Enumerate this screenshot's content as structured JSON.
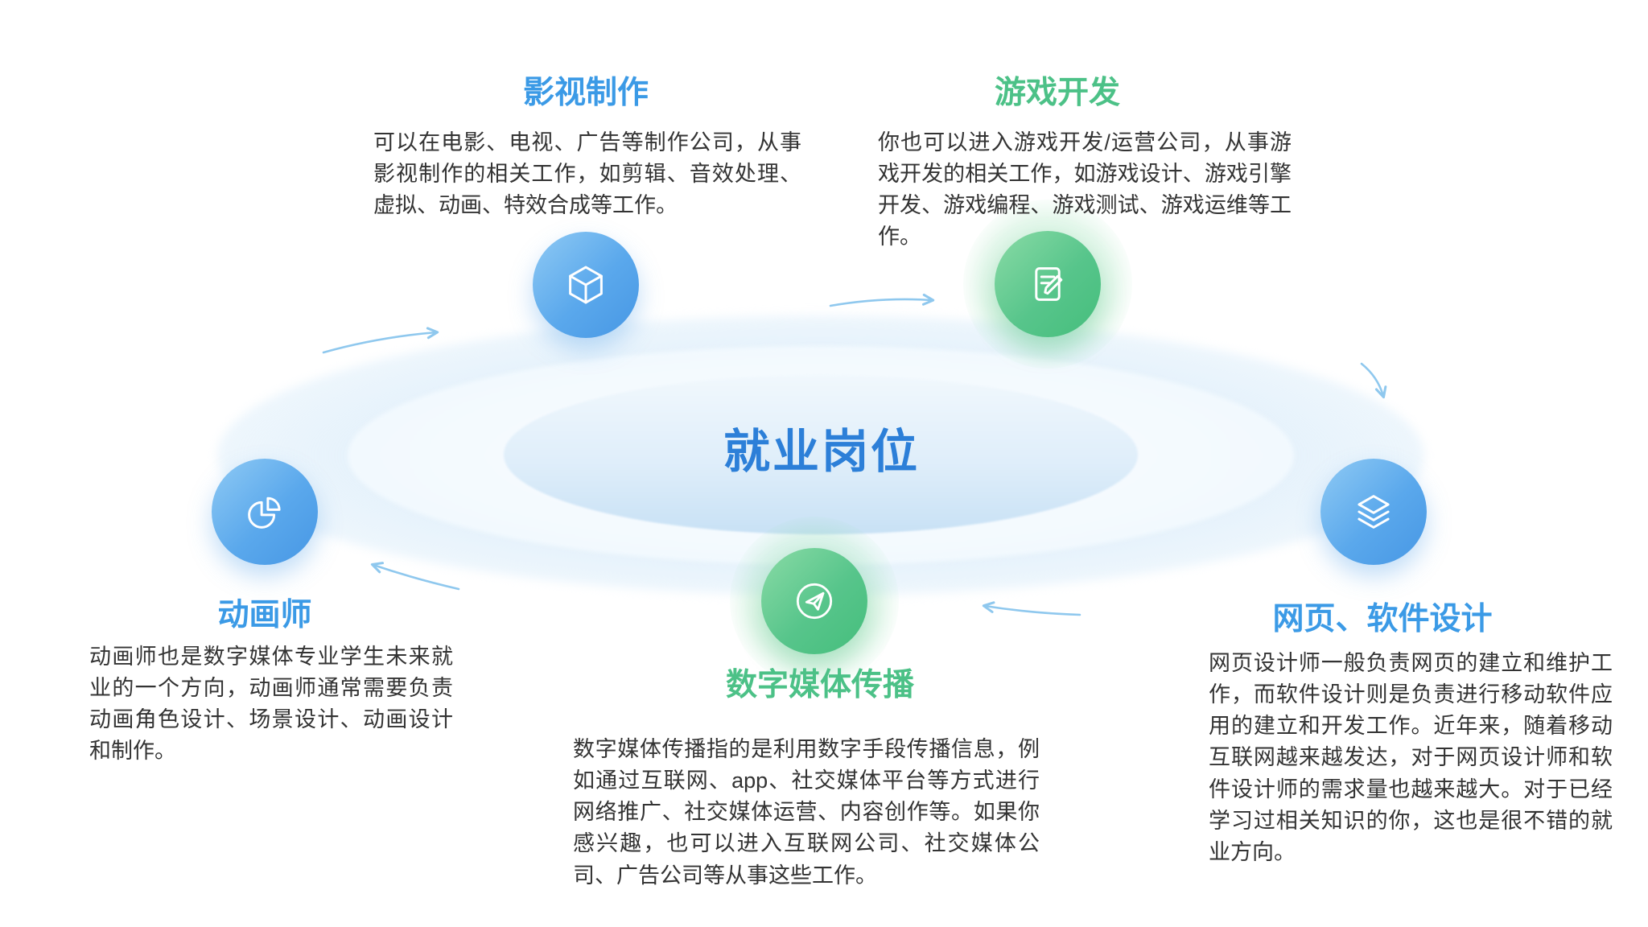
{
  "center": {
    "title": "就业岗位"
  },
  "nodes": [
    {
      "title": "影视制作",
      "accent": "blue",
      "icon": "cube-icon",
      "desc": "可以在电影、电视、广告等制作公司，从事影视制作的相关工作，如剪辑、音效处理、虚拟、动画、特效合成等工作。"
    },
    {
      "title": "游戏开发",
      "accent": "green",
      "icon": "document-edit-icon",
      "desc": "你也可以进入游戏开发/运营公司，从事游戏开发的相关工作，如游戏设计、游戏引擎开发、游戏编程、游戏测试、游戏运维等工作。"
    },
    {
      "title": "网页、软件设计",
      "accent": "blue",
      "icon": "layers-icon",
      "desc": "网页设计师一般负责网页的建立和维护工作，而软件设计则是负责进行移动软件应用的建立和开发工作。近年来，随着移动互联网越来越发达，对于网页设计师和软件设计师的需求量也越来越大。对于已经学习过相关知识的你，这也是很不错的就业方向。"
    },
    {
      "title": "数字媒体传播",
      "accent": "green",
      "icon": "paper-plane-icon",
      "desc": "数字媒体传播指的是利用数字手段传播信息，例如通过互联网、app、社交媒体平台等方式进行网络推广、社交媒体运营、内容创作等。如果你感兴趣，也可以进入互联网公司、社交媒体公司、广告公司等从事这些工作。"
    },
    {
      "title": "动画师",
      "accent": "blue",
      "icon": "pie-chart-icon",
      "desc": "动画师也是数字媒体专业学生未来就业的一个方向，动画师通常需要负责动画角色设计、场景设计、动画设计和制作。"
    }
  ],
  "colors": {
    "blue_accent": "#3B9AE6",
    "green_accent": "#4CC187",
    "center_title": "#2C7FD8",
    "body_text": "#333333",
    "arrow": "#8FC8EE"
  }
}
